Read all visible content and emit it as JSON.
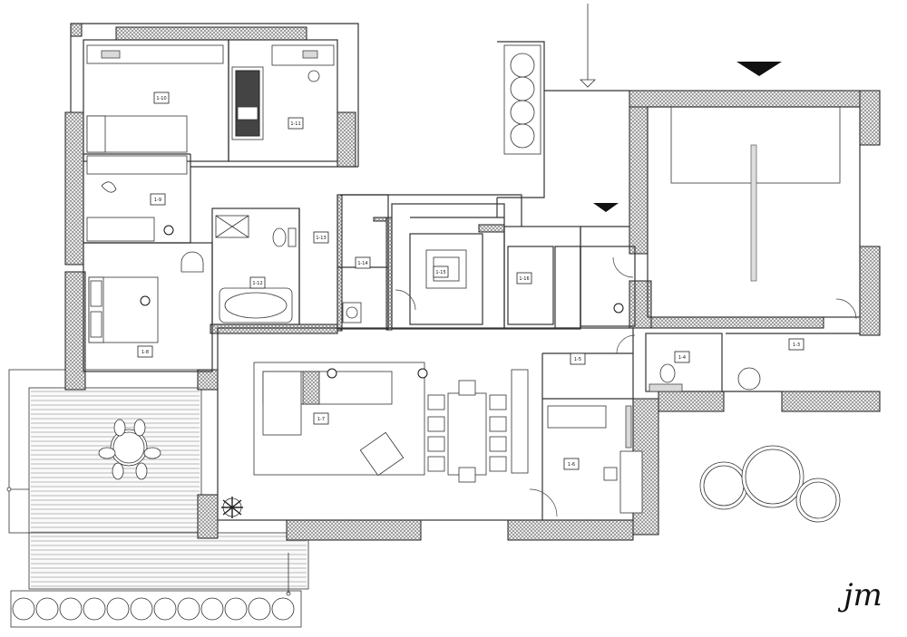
{
  "plan": {
    "rooms": [
      {
        "id": "r110",
        "label": "1-10"
      },
      {
        "id": "r111",
        "label": "1-11"
      },
      {
        "id": "r19",
        "label": "1-9"
      },
      {
        "id": "r18",
        "label": "1-8"
      },
      {
        "id": "r113",
        "label": "1-13"
      },
      {
        "id": "r112",
        "label": "1-12"
      },
      {
        "id": "r114",
        "label": "1-14"
      },
      {
        "id": "r115",
        "label": "1-15"
      },
      {
        "id": "r116",
        "label": "1-16"
      },
      {
        "id": "r17",
        "label": "1-7"
      },
      {
        "id": "r15",
        "label": "1-5"
      },
      {
        "id": "r16",
        "label": "1-6"
      },
      {
        "id": "r14",
        "label": "1-4"
      },
      {
        "id": "r13",
        "label": "1-3"
      }
    ],
    "signature": "jm"
  }
}
